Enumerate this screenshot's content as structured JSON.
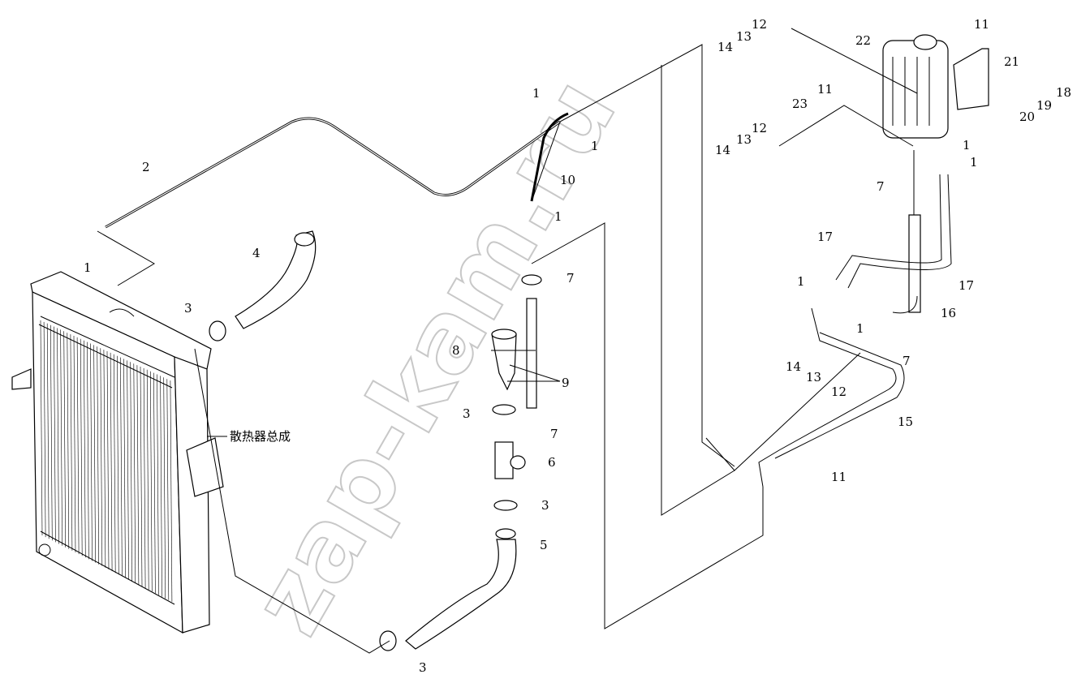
{
  "diagram": {
    "assembly_label": "散热器总成",
    "watermark": "zap-kam.ru",
    "callouts": [
      "1",
      "1",
      "1",
      "1",
      "1",
      "1",
      "1",
      "1",
      "2",
      "3",
      "3",
      "3",
      "3",
      "4",
      "5",
      "6",
      "7",
      "7",
      "7",
      "7",
      "8",
      "9",
      "10",
      "11",
      "11",
      "11",
      "12",
      "12",
      "12",
      "13",
      "13",
      "13",
      "14",
      "14",
      "14",
      "15",
      "16",
      "17",
      "17",
      "18",
      "19",
      "20",
      "21",
      "22",
      "23"
    ]
  }
}
